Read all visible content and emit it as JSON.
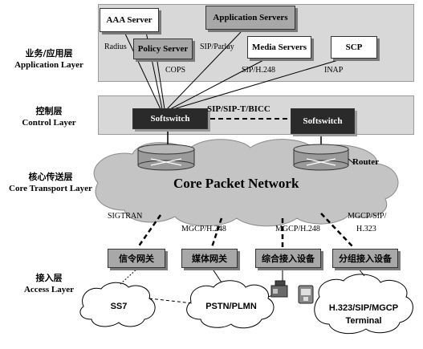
{
  "layers": {
    "application": {
      "cn": "业务/应用层",
      "en": "Application Layer"
    },
    "control": {
      "cn": "控制层",
      "en": "Control Layer"
    },
    "transport": {
      "cn": "核心传送层",
      "en": "Core Transport  Layer"
    },
    "access": {
      "cn": "接入层",
      "en": "Access Layer"
    }
  },
  "application": {
    "aaa_server": "AAA Server",
    "application_servers": "Application Servers",
    "policy_server": "Policy Server",
    "media_servers": "Media Servers",
    "scp": "SCP",
    "protocols": {
      "radius": "Radius",
      "sip_parlay": "SIP/Parlay",
      "cops": "COPS",
      "sip_h248": "SIP/H.248",
      "inap": "INAP"
    }
  },
  "control": {
    "softswitch_left": "Softswitch",
    "softswitch_right": "Softswitch",
    "link_label": "SIP/SIP-T/BICC"
  },
  "transport": {
    "core_title": "Core Packet Network",
    "router_label": "Router",
    "protocols": {
      "sigtran": "SIGTRAN",
      "mgcp_h248_1": "MGCP/H.248",
      "mgcp_h248_2": "MGCP/H.248",
      "mgcp_sip": "MGCP/SIP/",
      "h323": "H.323"
    }
  },
  "access": {
    "gateways": [
      "信令网关",
      "媒体网关",
      "综合接入设备",
      "分组接入设备"
    ],
    "networks": {
      "ss7": "SS7",
      "pstn": "PSTN/PLMN",
      "terminal_line1": "H.323/SIP/MGCP",
      "terminal_line2": "Terminal"
    }
  },
  "colors": {
    "band": "#d8d8d8",
    "cloud": "#c4c4c4",
    "dark_box": "#2a2a2a",
    "gray_box": "#a8a8a8"
  }
}
